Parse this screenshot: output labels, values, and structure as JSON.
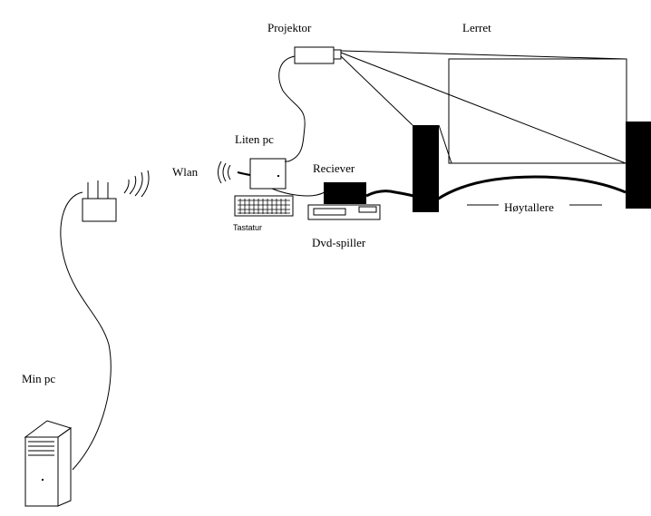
{
  "labels": {
    "projector": "Projektor",
    "screen": "Lerret",
    "small_pc": "Liten pc",
    "receiver": "Reciever",
    "wlan": "Wlan",
    "keyboard": "Tastatur",
    "dvd_player": "Dvd-spiller",
    "speakers": "Høytallere",
    "my_pc": "Min pc"
  },
  "colors": {
    "ink": "#000000",
    "paper": "#ffffff"
  }
}
